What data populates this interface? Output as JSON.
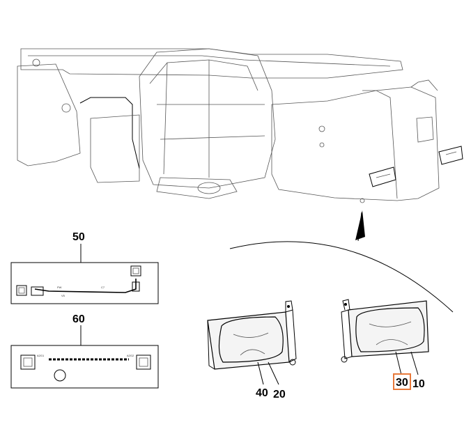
{
  "callouts": {
    "c10": "10",
    "c20": "20",
    "c30": "30",
    "c40": "40",
    "c50": "50",
    "c60": "60"
  },
  "harness50": {
    "label_a": "PW",
    "label_b": "C7",
    "label_c": "V5"
  },
  "harness60": {
    "label_a": "A2G1",
    "label_b": "A2G2"
  },
  "colors": {
    "highlight": "#e8793a",
    "ink": "#000000",
    "sketch": "#555555"
  }
}
